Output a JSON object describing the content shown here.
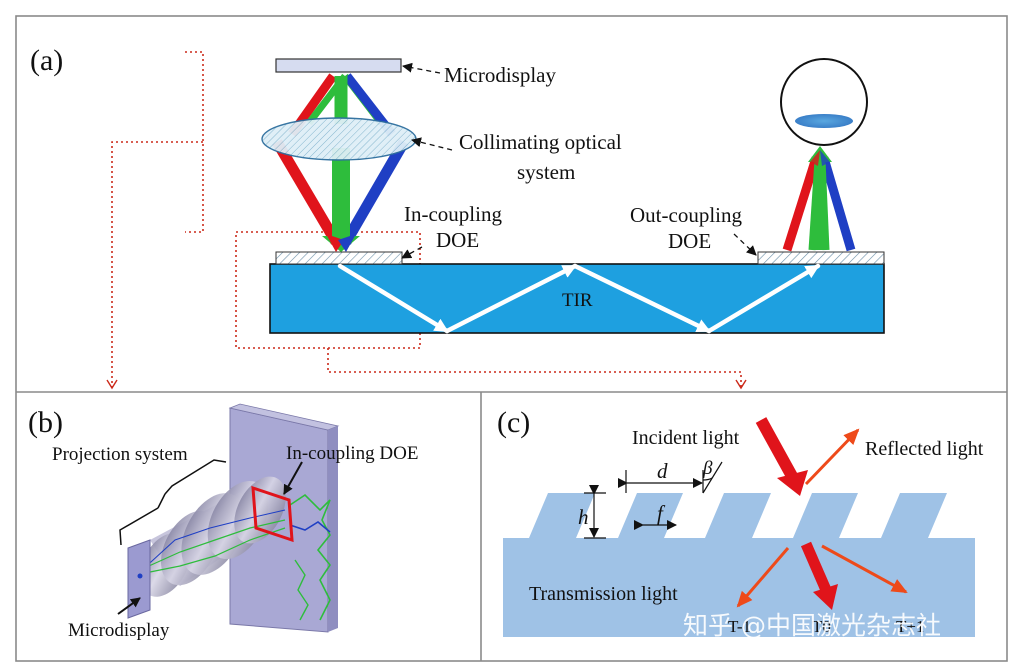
{
  "panels": {
    "a": {
      "label": "(a)",
      "microdisplay": "Microdisplay",
      "collimating_line1": "Collimating optical",
      "collimating_line2": "system",
      "incoupling_line1": "In-coupling",
      "incoupling_line2": "DOE",
      "outcoupling_line1": "Out-coupling",
      "outcoupling_line2": "DOE",
      "tir": "TIR"
    },
    "b": {
      "label": "(b)",
      "projection_system": "Projection system",
      "incoupling_doe": "In-coupling DOE",
      "microdisplay": "Microdisplay"
    },
    "c": {
      "label": "(c)",
      "incident_light": "Incident light",
      "reflected_light": "Reflected light",
      "transmission_light": "Transmission light",
      "d": "d",
      "beta": "β",
      "h": "h",
      "f": "f",
      "order_minus1": "T-1",
      "order_0": "T0",
      "order_plus1": "T+1"
    }
  },
  "watermark": "知乎 @中国激光杂志社",
  "colors": {
    "waveguide": "#1ea0e0",
    "grating": "#9fc2e6",
    "red": "#e0141b",
    "green": "#2ebd3c",
    "blue": "#1f3fc4",
    "orange": "#ee4a1a",
    "dotted": "#cc2a1a"
  }
}
